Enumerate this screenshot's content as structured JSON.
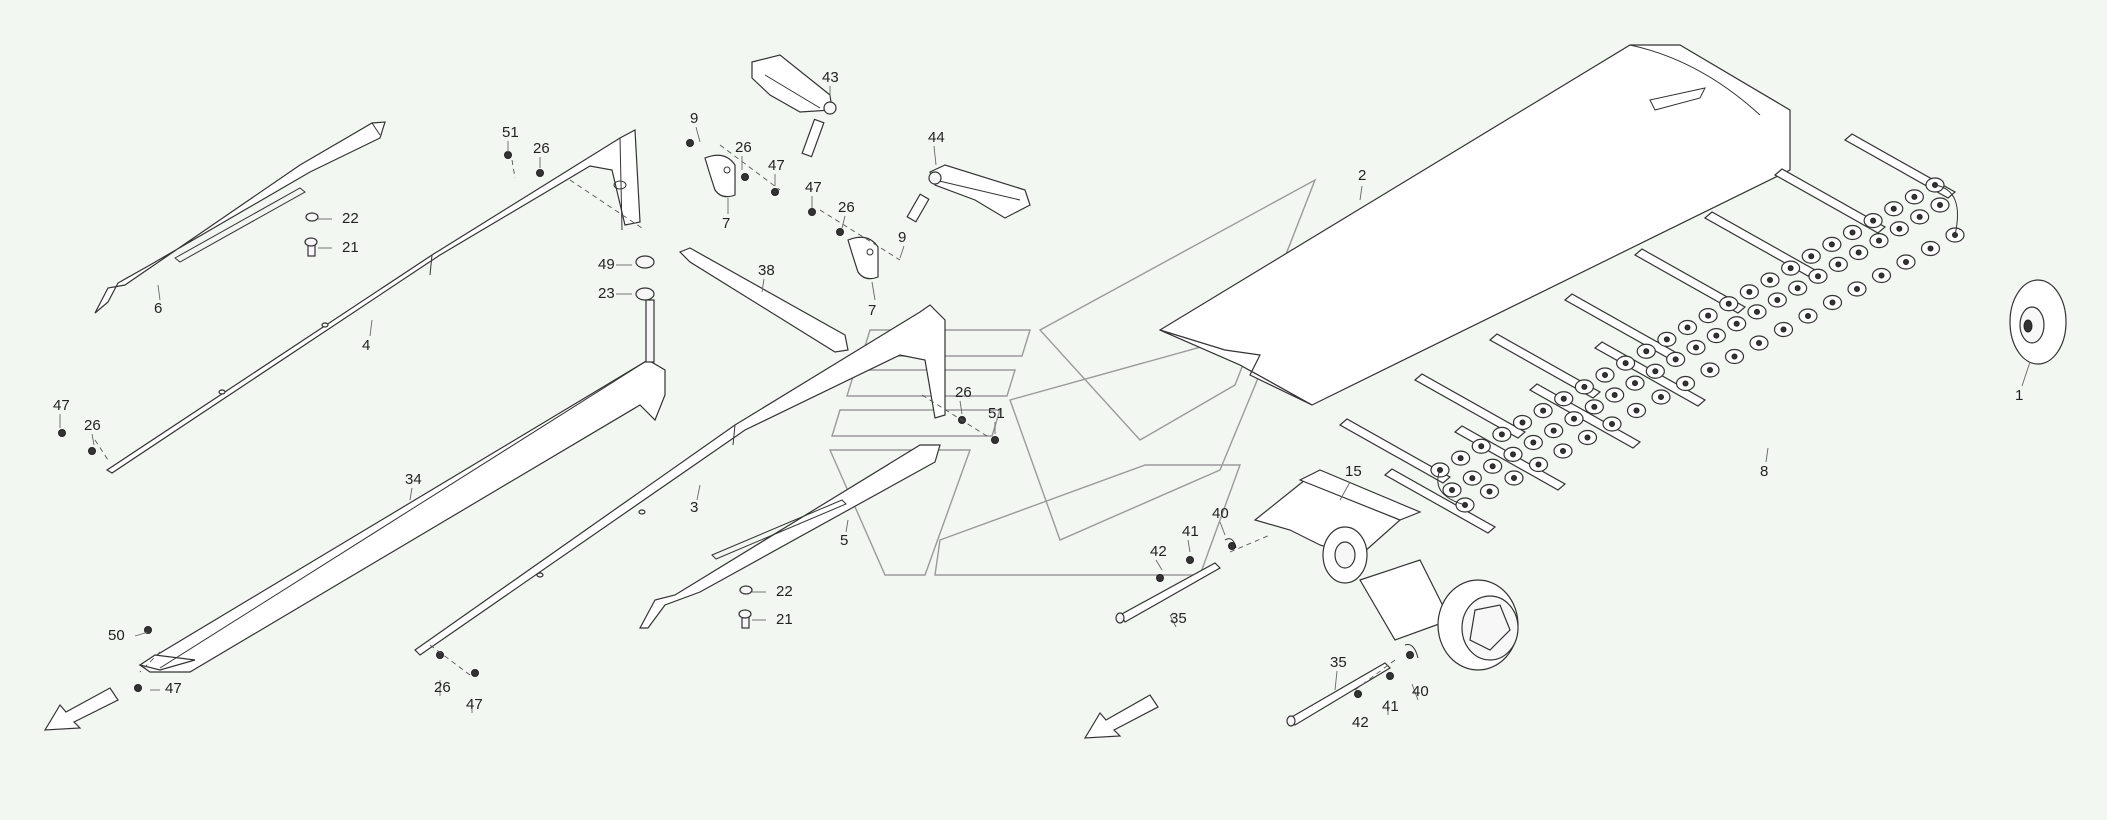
{
  "diagram": {
    "callouts": [
      {
        "id": "c1",
        "text": "1"
      },
      {
        "id": "c2",
        "text": "2"
      },
      {
        "id": "c3",
        "text": "3"
      },
      {
        "id": "c4",
        "text": "4"
      },
      {
        "id": "c5",
        "text": "5"
      },
      {
        "id": "c6",
        "text": "6"
      },
      {
        "id": "c7a",
        "text": "7"
      },
      {
        "id": "c7b",
        "text": "7"
      },
      {
        "id": "c8",
        "text": "8"
      },
      {
        "id": "c9a",
        "text": "9"
      },
      {
        "id": "c9b",
        "text": "9"
      },
      {
        "id": "c15",
        "text": "15"
      },
      {
        "id": "c21a",
        "text": "21"
      },
      {
        "id": "c21b",
        "text": "21"
      },
      {
        "id": "c22a",
        "text": "22"
      },
      {
        "id": "c22b",
        "text": "22"
      },
      {
        "id": "c23",
        "text": "23"
      },
      {
        "id": "c26a",
        "text": "26"
      },
      {
        "id": "c26b",
        "text": "26"
      },
      {
        "id": "c26c",
        "text": "26"
      },
      {
        "id": "c26d",
        "text": "26"
      },
      {
        "id": "c26e",
        "text": "26"
      },
      {
        "id": "c26f",
        "text": "26"
      },
      {
        "id": "c34",
        "text": "34"
      },
      {
        "id": "c35a",
        "text": "35"
      },
      {
        "id": "c35b",
        "text": "35"
      },
      {
        "id": "c38",
        "text": "38"
      },
      {
        "id": "c40a",
        "text": "40"
      },
      {
        "id": "c40b",
        "text": "40"
      },
      {
        "id": "c41a",
        "text": "41"
      },
      {
        "id": "c41b",
        "text": "41"
      },
      {
        "id": "c42a",
        "text": "42"
      },
      {
        "id": "c42b",
        "text": "42"
      },
      {
        "id": "c43",
        "text": "43"
      },
      {
        "id": "c44",
        "text": "44"
      },
      {
        "id": "c47a",
        "text": "47"
      },
      {
        "id": "c47b",
        "text": "47"
      },
      {
        "id": "c47c",
        "text": "47"
      },
      {
        "id": "c47d",
        "text": "47"
      },
      {
        "id": "c47e",
        "text": "47"
      },
      {
        "id": "c49",
        "text": "49"
      },
      {
        "id": "c50",
        "text": "50"
      },
      {
        "id": "c51a",
        "text": "51"
      },
      {
        "id": "c51b",
        "text": "51"
      }
    ],
    "direction_arrow_icon": "direction-arrow-icon",
    "watermark_icon": "logo-watermark-icon"
  }
}
